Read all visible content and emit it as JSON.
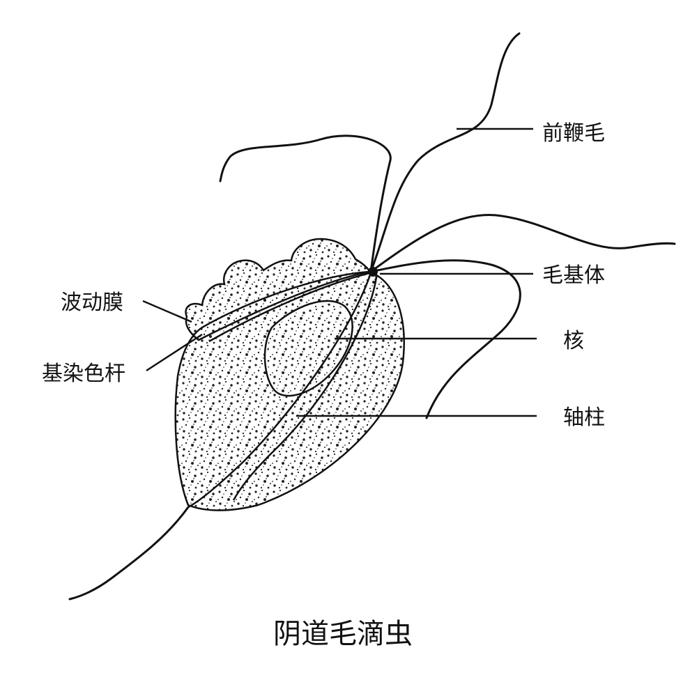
{
  "labels": {
    "anterior_flagella": "前鞭毛",
    "basal_body": "毛基体",
    "undulating_membrane": "波动膜",
    "costa": "基染色杆",
    "nucleus": "核",
    "axostyle": "轴柱"
  },
  "caption": "阴道毛滴虫"
}
